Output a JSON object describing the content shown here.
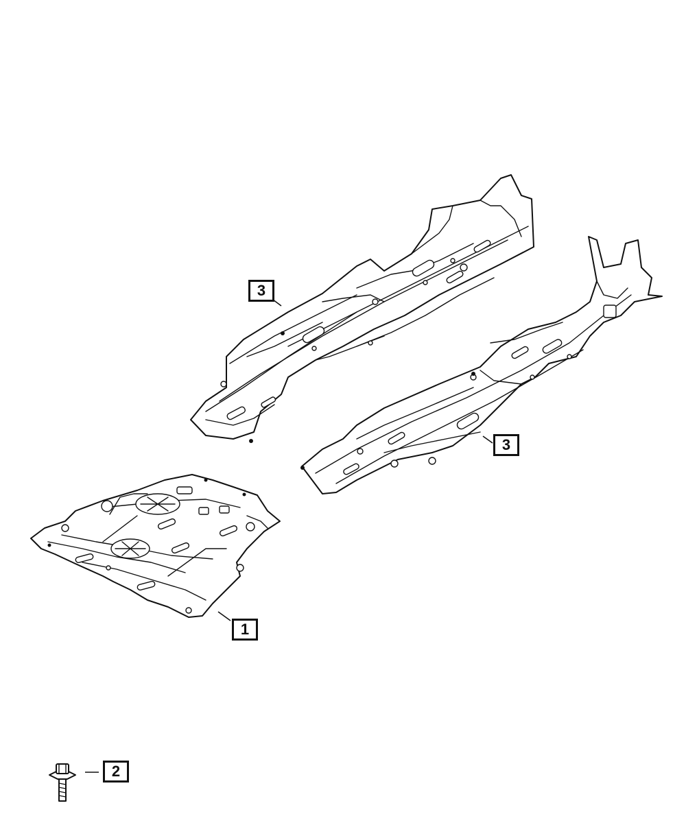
{
  "diagram": {
    "callouts": [
      {
        "id": "callout-3-upper",
        "label": "3"
      },
      {
        "id": "callout-3-lower",
        "label": "3"
      },
      {
        "id": "callout-1",
        "label": "1"
      },
      {
        "id": "callout-2",
        "label": "2"
      }
    ]
  }
}
